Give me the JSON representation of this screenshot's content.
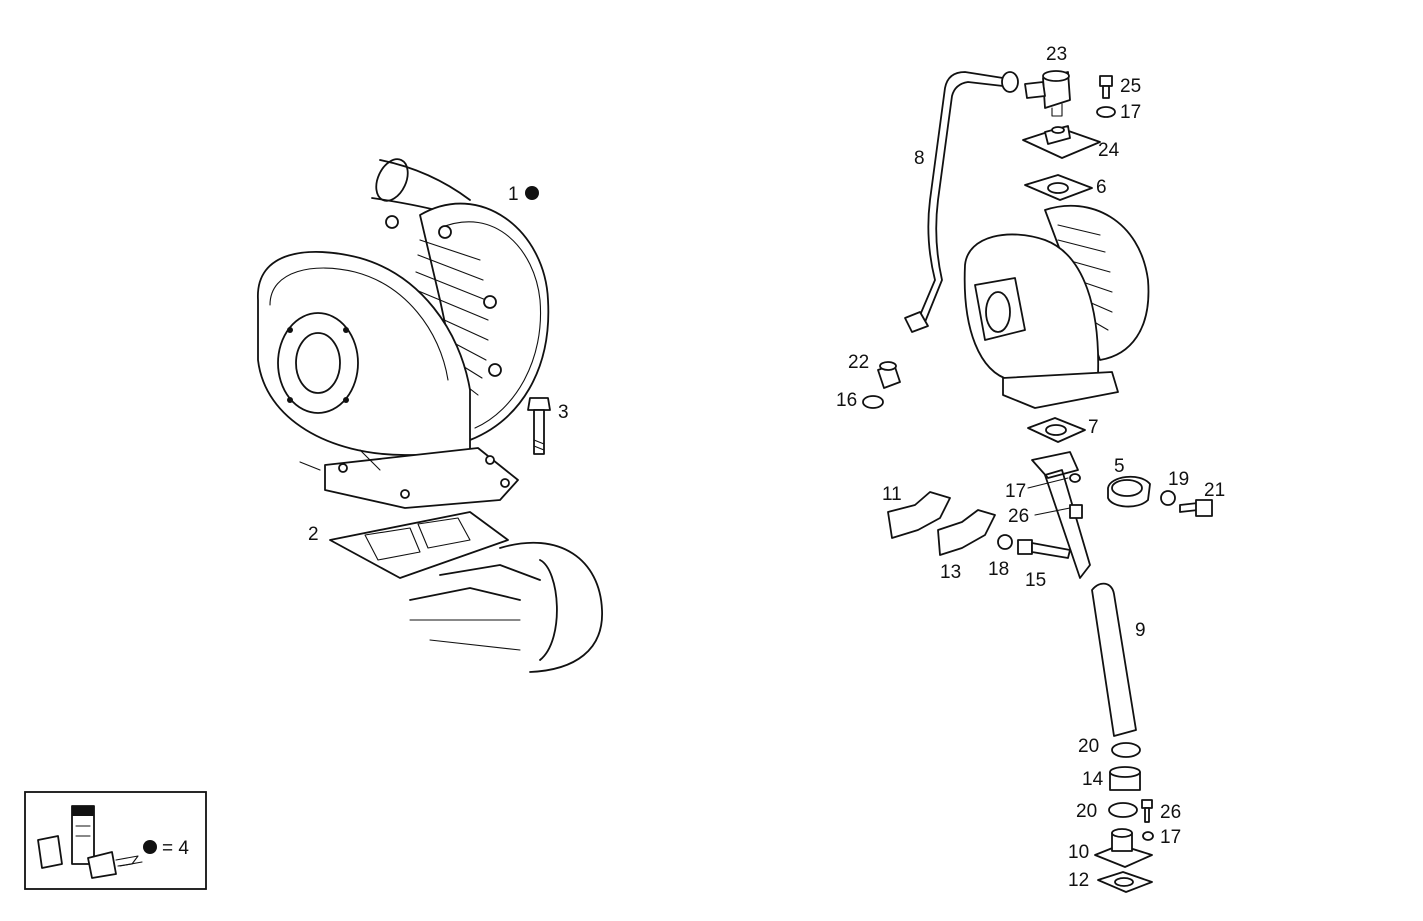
{
  "callouts": {
    "p1": "1",
    "p2": "2",
    "p3": "3",
    "p23": "23",
    "p25": "25",
    "p17a": "17",
    "p8": "8",
    "p24": "24",
    "p6": "6",
    "p22": "22",
    "p16": "16",
    "p7": "7",
    "p5": "5",
    "p11": "11",
    "p17b": "17",
    "p19": "19",
    "p21": "21",
    "p26a": "26",
    "p13": "13",
    "p18": "18",
    "p15": "15",
    "p9": "9",
    "p20a": "20",
    "p14": "14",
    "p20b": "20",
    "p26b": "26",
    "p17c": "17",
    "p10": "10",
    "p12": "12"
  },
  "legend": {
    "equals_text": "= 4"
  }
}
